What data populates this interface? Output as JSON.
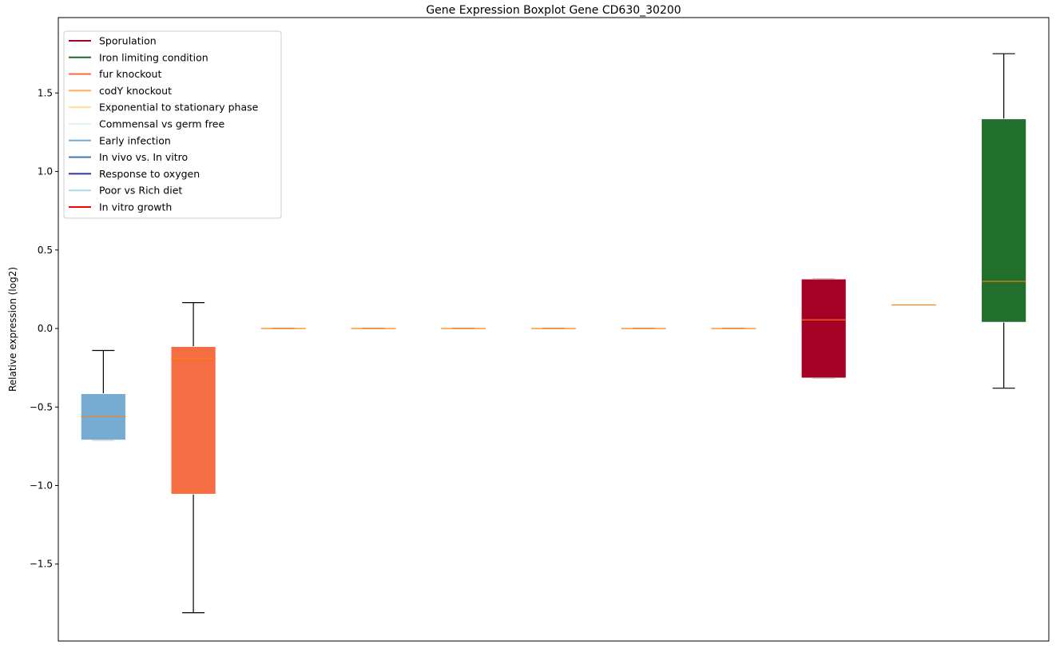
{
  "chart_data": {
    "type": "boxplot",
    "title": "Gene Expression Boxplot Gene CD630_30200",
    "xlabel": "",
    "ylabel": "Relative expression (log2)",
    "ylim": [
      -1.99,
      1.98
    ],
    "xlim": [
      0.5,
      11.5
    ],
    "grid": false,
    "legend_position": "top-left",
    "yticks": [
      -1.5,
      -1.0,
      -0.5,
      0.0,
      0.5,
      1.0,
      1.5
    ],
    "ytick_labels": [
      "−1.5",
      "−1.0",
      "−0.5",
      "0.0",
      "0.5",
      "1.0",
      "1.5"
    ],
    "legend": [
      {
        "label": "Sporulation",
        "color": "#a50026"
      },
      {
        "label": "Iron limiting condition",
        "color": "#1a6b2f"
      },
      {
        "label": "fur knockout",
        "color": "#f46d43"
      },
      {
        "label": "codY knockout",
        "color": "#fdae61"
      },
      {
        "label": "Exponential to stationary phase",
        "color": "#fee090"
      },
      {
        "label": "Commensal vs germ free",
        "color": "#e0f3f8"
      },
      {
        "label": "Early infection",
        "color": "#74add1"
      },
      {
        "label": "In vivo vs. In vitro",
        "color": "#4575b4"
      },
      {
        "label": "Response to oxygen",
        "color": "#313695"
      },
      {
        "label": "Poor vs Rich diet",
        "color": "#abd9e9"
      },
      {
        "label": "In vitro growth",
        "color": "#ff0000"
      }
    ],
    "boxes": [
      {
        "position": 1,
        "whislo": -0.71,
        "q1": -0.71,
        "median": -0.56,
        "q3": -0.415,
        "whishi": -0.14,
        "color": "#76acd2"
      },
      {
        "position": 2,
        "whislo": -1.81,
        "q1": -1.055,
        "median": -0.19,
        "q3": -0.115,
        "whishi": 0.165,
        "color": "#f46d43"
      },
      {
        "position": 3,
        "whislo": 0,
        "q1": 0,
        "median": 0,
        "q3": 0,
        "whishi": 0,
        "color": "#fdae61"
      },
      {
        "position": 4,
        "whislo": 0,
        "q1": 0,
        "median": 0,
        "q3": 0,
        "whishi": 0,
        "color": "#fee090"
      },
      {
        "position": 5,
        "whislo": 0,
        "q1": 0,
        "median": 0,
        "q3": 0,
        "whishi": 0,
        "color": "#e0f3f8"
      },
      {
        "position": 6,
        "whislo": 0,
        "q1": 0,
        "median": 0,
        "q3": 0,
        "whishi": 0,
        "color": "#4575b4"
      },
      {
        "position": 7,
        "whislo": 0,
        "q1": 0,
        "median": 0,
        "q3": 0,
        "whishi": 0,
        "color": "#313695"
      },
      {
        "position": 8,
        "whislo": 0,
        "q1": 0,
        "median": 0,
        "q3": 0,
        "whishi": 0,
        "color": "#abd9e9"
      },
      {
        "position": 9,
        "whislo": -0.315,
        "q1": -0.315,
        "median": 0.055,
        "q3": 0.315,
        "whishi": 0.315,
        "color": "#a50026"
      },
      {
        "position": 10,
        "whislo": 0.15,
        "q1": 0.15,
        "median": 0.15,
        "q3": 0.15,
        "whishi": 0.15,
        "color": "#ff0000"
      },
      {
        "position": 11,
        "whislo": -0.38,
        "q1": 0.04,
        "median": 0.3,
        "q3": 1.335,
        "whishi": 1.75,
        "color": "#226e2c"
      }
    ],
    "median_color": "#ff7f0e"
  }
}
